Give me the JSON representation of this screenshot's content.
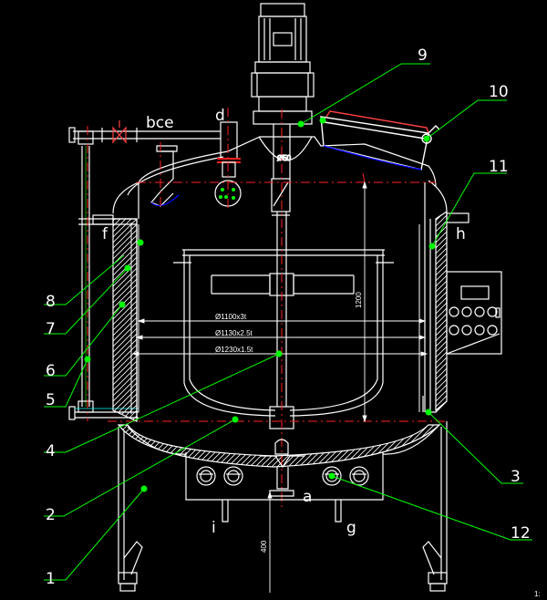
{
  "labels": {
    "bce": "bce",
    "d": "d",
    "f": "f",
    "h": "h",
    "a": "a",
    "i": "i",
    "g": "g"
  },
  "callouts": [
    "1",
    "2",
    "3",
    "4",
    "5",
    "6",
    "7",
    "8",
    "9",
    "10",
    "11",
    "12"
  ],
  "dimensions": {
    "d1": "Ø1100x3t",
    "d2": "Ø1130x2.5t",
    "d3": "Ø1230x1.5t",
    "height_1200": "1200",
    "height_400": "400",
    "motor_flange": "Ø50"
  },
  "corner_text": "1:",
  "colors": {
    "line": "#ffffff",
    "leader": "#00ff00",
    "centerline": "#ff0000",
    "blue": "#0000ff",
    "accent_red": "#ff2020"
  }
}
